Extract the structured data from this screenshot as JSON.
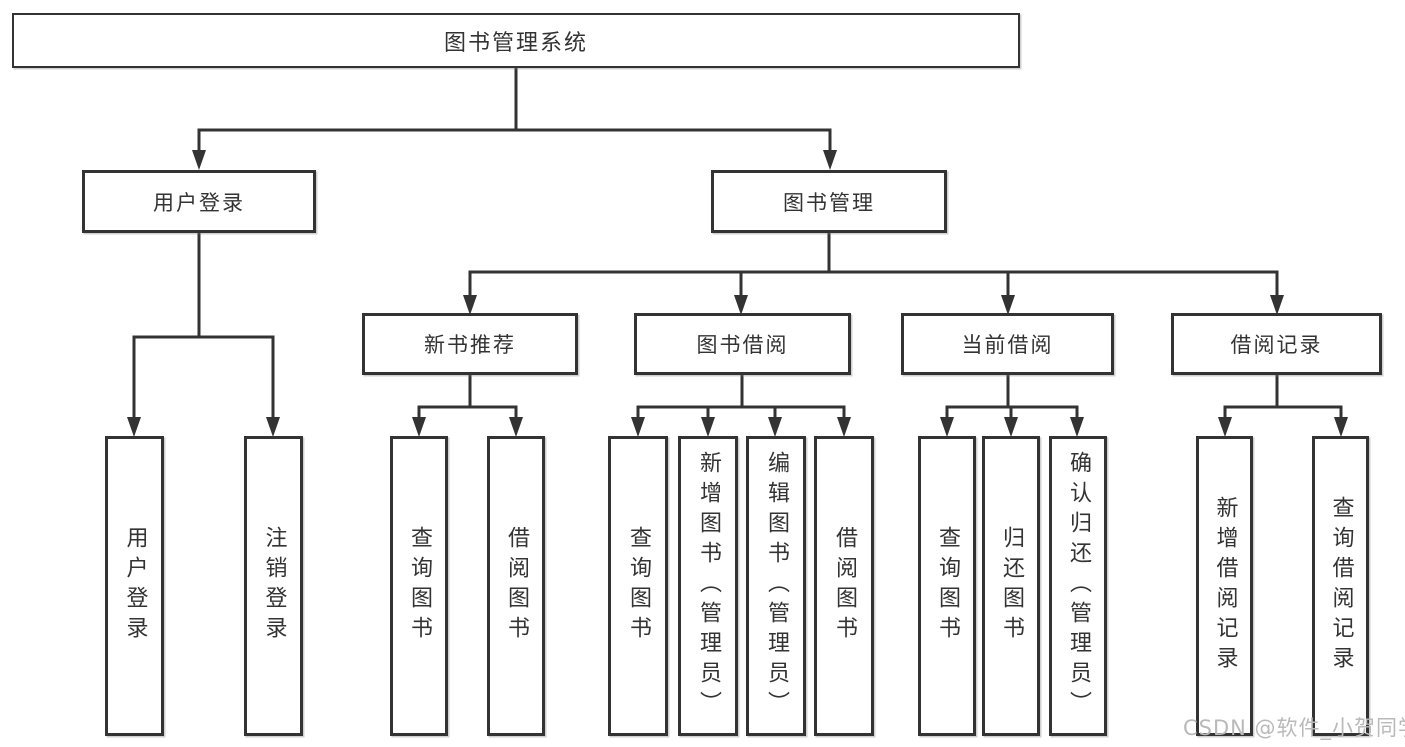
{
  "diagram": {
    "title": "图书管理系统",
    "root": {
      "label": "图书管理系统"
    },
    "level2": [
      {
        "id": "user-login",
        "label": "用户登录"
      },
      {
        "id": "book-management",
        "label": "图书管理"
      }
    ],
    "level3": [
      {
        "id": "new-book-recommend",
        "label": "新书推荐"
      },
      {
        "id": "book-borrow",
        "label": "图书借阅"
      },
      {
        "id": "current-borrow",
        "label": "当前借阅"
      },
      {
        "id": "borrow-records",
        "label": "借阅记录"
      }
    ],
    "leaves": {
      "user_login": [
        {
          "label": "用户登录"
        },
        {
          "label": "注销登录"
        }
      ],
      "new_book_recommend": [
        {
          "label": "查询图书"
        },
        {
          "label": "借阅图书"
        }
      ],
      "book_borrow": [
        {
          "label": "查询图书"
        },
        {
          "label": "新增图书（管理员）"
        },
        {
          "label": "编辑图书（管理员）"
        },
        {
          "label": "借阅图书"
        }
      ],
      "current_borrow": [
        {
          "label": "查询图书"
        },
        {
          "label": "归还图书"
        },
        {
          "label": "确认归还（管理员）"
        }
      ],
      "borrow_records": [
        {
          "label": "新增借阅记录"
        },
        {
          "label": "查询借阅记录"
        }
      ]
    }
  },
  "watermark": {
    "text": "CSDN @软件_小贺同学"
  },
  "colors": {
    "line": "#333333",
    "box_border": "#333333",
    "box_fill": "#ffffff",
    "text": "#333333",
    "background": "#ffffff",
    "watermark": "#b9b9b9"
  }
}
